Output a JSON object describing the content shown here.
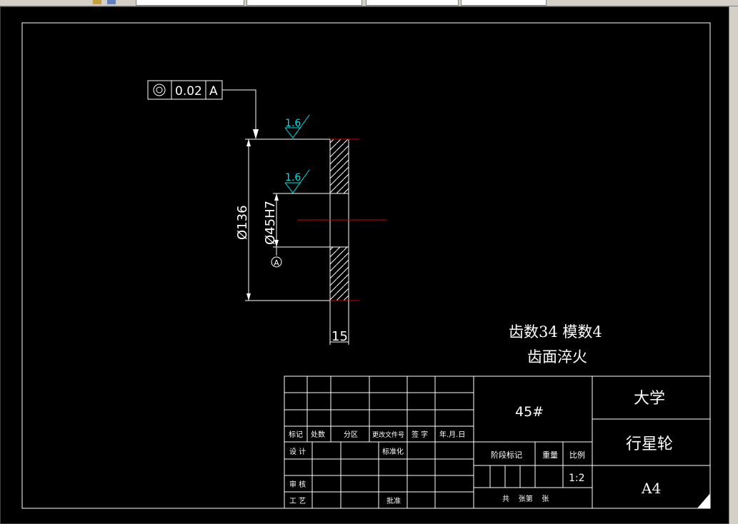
{
  "window": {
    "app": "AutoCAD drawing viewport"
  },
  "tolerance_frame": {
    "symbol": "concentricity-icon",
    "value": "0.02",
    "datum": "A"
  },
  "roughness": [
    {
      "value": "1.6"
    },
    {
      "value": "1.6"
    }
  ],
  "dimensions": {
    "outer_diameter": "Ø136",
    "bore": "Ø45H7",
    "thickness": "15",
    "datum_label": "A"
  },
  "notes": {
    "line1": "齿数34  模数4",
    "line2": "齿面淬火"
  },
  "title_block": {
    "material": "45#",
    "org": "大学",
    "part_name": "行星轮",
    "sheet_size": "A4",
    "scale": "1:2",
    "stage_label": "阶段标记",
    "weight_label": "重量",
    "scale_label": "比例",
    "sheet_info": "共    张第    张",
    "revision_headers": [
      "标记",
      "处数",
      "分区",
      "更改文件号",
      "签 字",
      "年.月.日"
    ],
    "row_labels": {
      "design": "设 计",
      "standardize": "标准化",
      "review": "审 核",
      "process": "工 艺",
      "approve": "批准"
    }
  }
}
